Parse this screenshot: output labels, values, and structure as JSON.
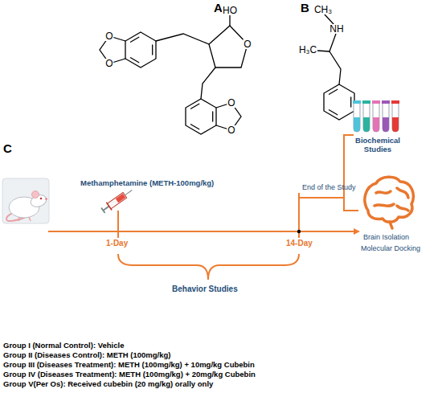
{
  "diagram": {
    "labels": [
      "A",
      "HO",
      "O",
      "O",
      "O",
      "O",
      "O",
      "B",
      "CH₃",
      "NH",
      "H₃C",
      "C",
      "Methamphetamine (METH-100mg/kg)",
      "End of the Study",
      "Biochemical Studies",
      "1-Day",
      "14-Day",
      "Brain Isolation",
      "Molecular Docking",
      "Behavior Studies",
      "Group I (Normal Control): Vehicle",
      "Group II (Diseases Control): METH (100mg/kg)",
      "Group III (Diseases Treatment): METH (100mg/kg) + 10mg/kg Cubebin",
      "Group IV (Diseases Treatment): METH (100mg/kg) + 20mg/kg Cubebin",
      "Group V(Per Os): Received cubebin (20 mg/kg) orally only"
    ]
  }
}
